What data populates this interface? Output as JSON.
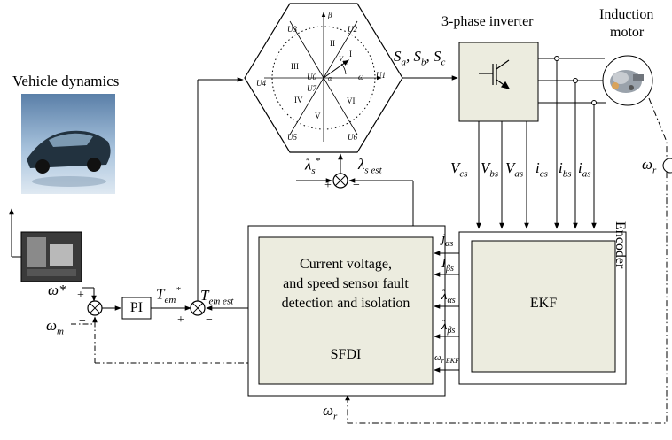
{
  "labels": {
    "vehicle_dynamics": "Vehicle dynamics",
    "inverter": "3-phase inverter",
    "motor_line1": "Induction",
    "motor_line2": "motor",
    "switching": "S",
    "switching_a": "a",
    "switching_b": "b",
    "switching_c": "c",
    "encoder": "Encoder",
    "pi": "PI",
    "ekf": "EKF",
    "sfdi_line1": "Current voltage,",
    "sfdi_line2": "and speed sensor fault",
    "sfdi_line3": "detection and isolation",
    "sfdi_name": "SFDI",
    "omega_star": "ω*",
    "omega_m": "ω",
    "omega_m_sub": "m",
    "tem_star": "T",
    "tem_star_sub": "em",
    "tem_est": "T",
    "tem_est_sub": "em est",
    "lambda_s_star": "λ",
    "lambda_s_star_sub": "s",
    "lambda_s_est": "λ",
    "lambda_s_est_sub": "s est",
    "omega_r": "ω",
    "omega_r_sub": "r",
    "omega_r_ekf": "ω",
    "omega_r_ekf_sub": "r EKF",
    "plus": "+",
    "minus": "−",
    "signals": [
      {
        "main": "V",
        "sub": "cs"
      },
      {
        "main": "V",
        "sub": "bs"
      },
      {
        "main": "V",
        "sub": "as"
      },
      {
        "main": "i",
        "sub": "cs"
      },
      {
        "main": "i",
        "sub": "bs"
      },
      {
        "main": "i",
        "sub": "as"
      }
    ],
    "ekf_inputs": [
      {
        "main": "j",
        "sub": "αs"
      },
      {
        "main": "I",
        "sub": "βs"
      },
      {
        "main": "λ",
        "sub": "αs"
      },
      {
        "main": "λ",
        "sub": "βs"
      }
    ],
    "hexagon": {
      "vectors": [
        "U1",
        "U2",
        "U3",
        "U4",
        "U5",
        "U6",
        "U0",
        "U7"
      ],
      "sectors": [
        "I",
        "II",
        "III",
        "IV",
        "V",
        "VI"
      ],
      "beta": "β",
      "alpha": "α",
      "omega": "ω",
      "vref": "V",
      "vref_sub": "ref"
    }
  },
  "colors": {
    "block_fill": "#ececdf",
    "line": "#000000"
  }
}
